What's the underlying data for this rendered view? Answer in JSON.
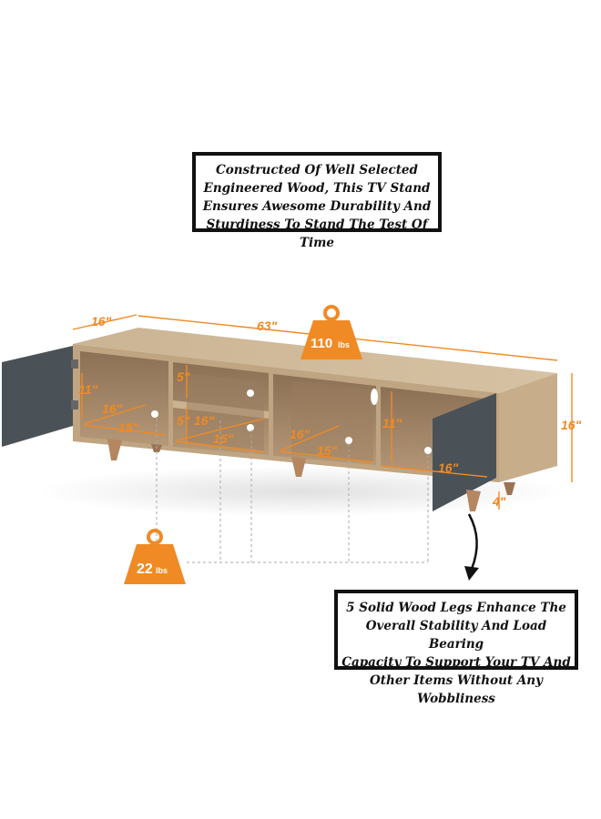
{
  "callout_top": {
    "lines": [
      "Constructed Of Well Selected",
      "Engineered Wood, This TV Stand",
      "Ensures Awesome Durability And",
      "Sturdiness To Stand The Test Of Time"
    ]
  },
  "callout_bottom": {
    "lines": [
      "5 Solid Wood Legs Enhance The",
      "Overall Stability And Load Bearing",
      "Capacity To Support Your TV And",
      "Other Items Without Any Wobbliness"
    ]
  },
  "weights": {
    "top_number": "110",
    "top_unit": "lbs",
    "shelf_number": "22",
    "shelf_unit": "lbs"
  },
  "dimensions": {
    "top_depth": "16\"",
    "top_length": "63\"",
    "total_height": "16\"",
    "leg_height": "4\"",
    "left_cabinet_height": "11\"",
    "left_cabinet_depth": "16\"",
    "left_cabinet_width": "15\"",
    "middle_upper_height": "5\"",
    "middle_lower_height": "5\"",
    "middle_depth": "16\"",
    "middle_width": "15\"",
    "center_depth": "16\"",
    "center_width": "15\"",
    "right_cabinet_height": "11\"",
    "right_cabinet_depth": "16\""
  },
  "colors": {
    "accent": "#f08a24",
    "wood_light": "#cdb594",
    "wood_mid": "#b89c78",
    "wood_dark": "#8c7055",
    "door": "#4a5257",
    "border": "#111111"
  }
}
